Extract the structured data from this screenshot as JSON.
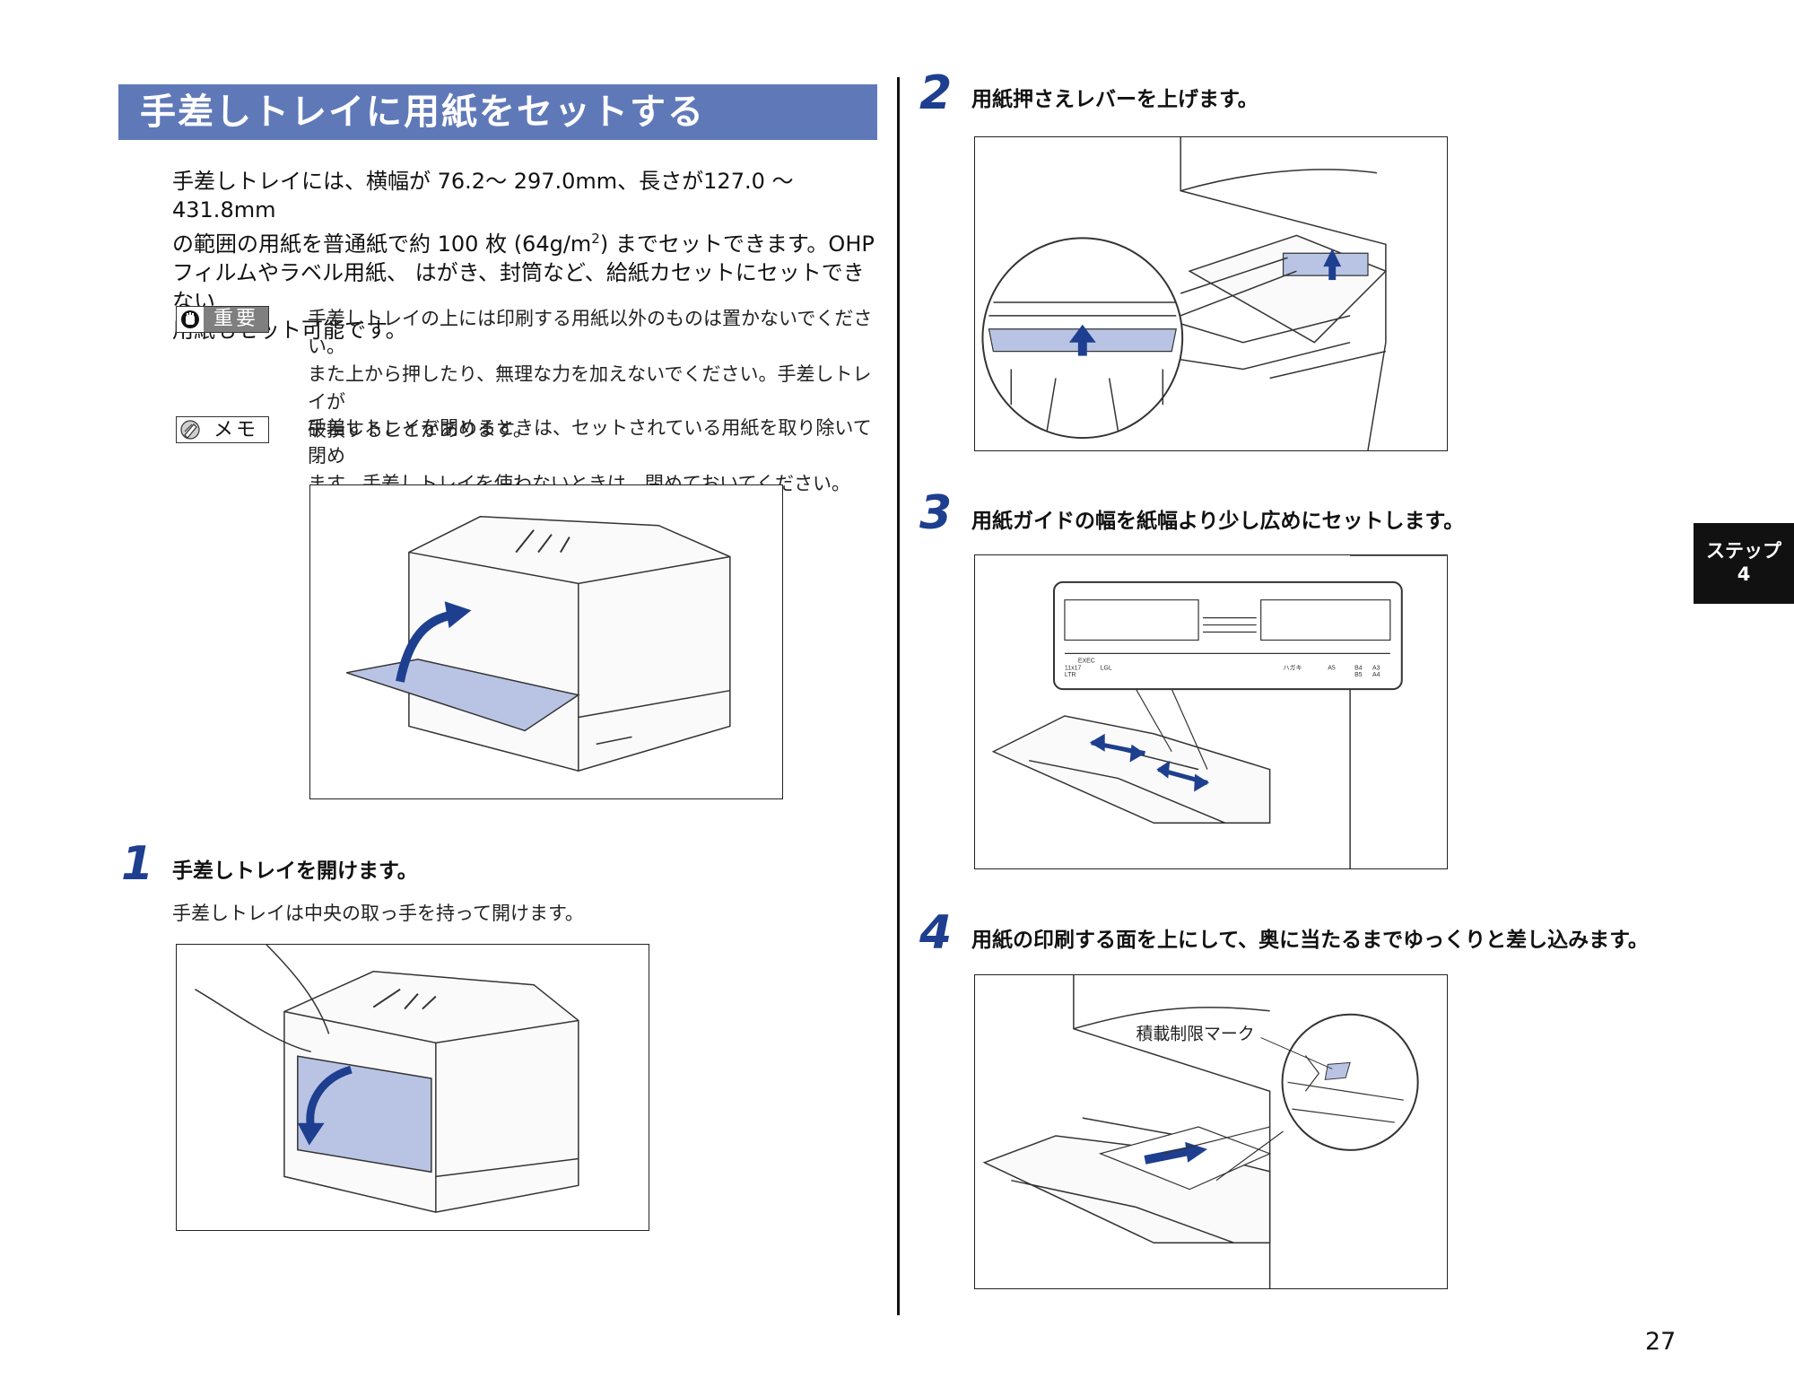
{
  "title": "手差しトレイに用紙をセットする",
  "intro": {
    "line1": "手差しトレイには、横幅が 76.2～ 297.0mm、長さが127.0 ～431.8mm",
    "line2a": "の範囲の用紙を普通紙で約 100 枚 (64g/m",
    "line2sup": "2",
    "line2b": ") までセットできます。OHP",
    "line3": "フィルムやラベル用紙、 はがき、封筒など、給紙カセットにセットできない",
    "line4": "用紙もセット可能です。"
  },
  "important": {
    "label": "重要",
    "line1": "手差しトレイの上には印刷する用紙以外のものは置かないでください。",
    "line2": "また上から押したり、無理な力を加えないでください。手差しトレイが",
    "line3": "破損することがあります。"
  },
  "memo": {
    "label": "メモ",
    "line1": "手差しトレイを閉めるときは、セットされている用紙を取り除いて閉め",
    "line2": "ます。手差しトレイを使わないときは、閉めておいてください。"
  },
  "steps": [
    {
      "number": "1",
      "text": "手差しトレイを開けます。",
      "sub": "手差しトレイは中央の取っ手を持って開けます。"
    },
    {
      "number": "2",
      "text": "用紙押さえレバーを上げます。"
    },
    {
      "number": "3",
      "text": "用紙ガイドの幅を紙幅より少し広めにセットします。"
    },
    {
      "number": "4",
      "text": "用紙の印刷する面を上にして、奥に当たるまでゆっくりと差し込みます。"
    }
  ],
  "callout": {
    "label": "積載制限マーク"
  },
  "guide_labels": {
    "a": "EXEC",
    "b": "11x17",
    "c": "LTR",
    "d": "LGL",
    "e": "ハガキ",
    "f": "A5",
    "g": "B4",
    "h": "B5",
    "i": "A3",
    "j": "A4"
  },
  "side_tab": {
    "line1": "ステップ",
    "line2": "4"
  },
  "page_number": "27",
  "colors": {
    "title_bar": "#5f79b8",
    "accent_blue": "#1e3f8f",
    "tray_fill": "#b9c4e4"
  }
}
